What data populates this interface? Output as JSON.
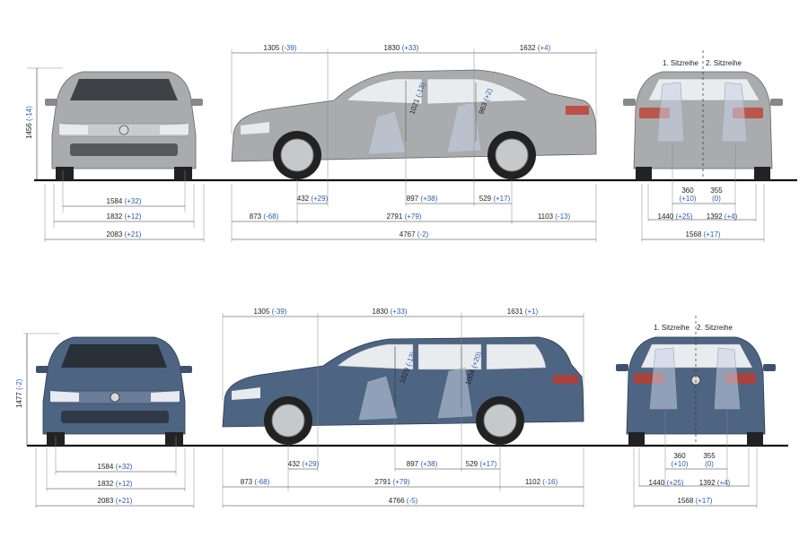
{
  "sedan": {
    "height": {
      "value": "1456",
      "delta": "(-14)"
    },
    "front": {
      "track": {
        "value": "1584",
        "delta": "(+32)"
      },
      "width": {
        "value": "1832",
        "delta": "(+12)"
      },
      "mirrors": {
        "value": "2083",
        "delta": "(+21)"
      }
    },
    "side": {
      "top1": {
        "value": "1305",
        "delta": "(-39)"
      },
      "top2": {
        "value": "1830",
        "delta": "(+33)"
      },
      "top3": {
        "value": "1632",
        "delta": "(+4)"
      },
      "hip1": {
        "value": "1021",
        "delta": "(-13)"
      },
      "hip2": {
        "value": "963",
        "delta": "(+2)"
      },
      "d432": {
        "value": "432",
        "delta": "(+29)"
      },
      "d897": {
        "value": "897",
        "delta": "(+38)"
      },
      "d529": {
        "value": "529",
        "delta": "(+17)"
      },
      "overhangF": {
        "value": "873",
        "delta": "(-68)"
      },
      "wheelbase": {
        "value": "2791",
        "delta": "(+79)"
      },
      "overhangR": {
        "value": "1103",
        "delta": "(-13)"
      },
      "length": {
        "value": "4767",
        "delta": "(-2)"
      }
    },
    "rear": {
      "row1": "1. Sitzreihe",
      "row2": "2. Sitzreihe",
      "d360": {
        "value": "360",
        "delta": "(+10)"
      },
      "d355": {
        "value": "355",
        "delta": "(0)"
      },
      "d1440": {
        "value": "1440",
        "delta": "(+25)"
      },
      "d1392": {
        "value": "1392",
        "delta": "(+4)"
      },
      "d1568": {
        "value": "1568",
        "delta": "(+17)"
      }
    },
    "paint": "#a9abad"
  },
  "variant": {
    "height": {
      "value": "1477",
      "delta": "(-2)"
    },
    "front": {
      "track": {
        "value": "1584",
        "delta": "(+32)"
      },
      "width": {
        "value": "1832",
        "delta": "(+12)"
      },
      "mirrors": {
        "value": "2083",
        "delta": "(+21)"
      }
    },
    "side": {
      "top1": {
        "value": "1305",
        "delta": "(-39)"
      },
      "top2": {
        "value": "1830",
        "delta": "(+33)"
      },
      "top3": {
        "value": "1631",
        "delta": "(+1)"
      },
      "hip1": {
        "value": "1029",
        "delta": "(-13)"
      },
      "hip2": {
        "value": "1004",
        "delta": "(+20)"
      },
      "d432": {
        "value": "432",
        "delta": "(+29)"
      },
      "d897": {
        "value": "897",
        "delta": "(+38)"
      },
      "d529": {
        "value": "529",
        "delta": "(+17)"
      },
      "overhangF": {
        "value": "873",
        "delta": "(-68)"
      },
      "wheelbase": {
        "value": "2791",
        "delta": "(+79)"
      },
      "overhangR": {
        "value": "1102",
        "delta": "(-16)"
      },
      "length": {
        "value": "4766",
        "delta": "(-5)"
      }
    },
    "rear": {
      "row1": "1. Sitzreihe",
      "row2": "2. Sitzreihe",
      "d360": {
        "value": "360",
        "delta": "(+10)"
      },
      "d355": {
        "value": "355",
        "delta": "(0)"
      },
      "d1440": {
        "value": "1440",
        "delta": "(+25)"
      },
      "d1392": {
        "value": "1392",
        "delta": "(+4)"
      },
      "d1568": {
        "value": "1568",
        "delta": "(+17)"
      }
    },
    "paint": "#4e6483"
  },
  "colors": {
    "delta": "#2a5caa",
    "ground": "#111111"
  },
  "icons": [
    "vw-logo-icon"
  ]
}
